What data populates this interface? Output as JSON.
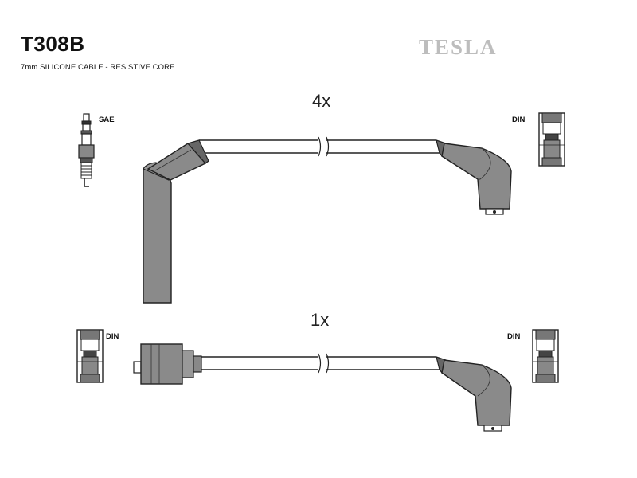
{
  "header": {
    "part_code": "T308B",
    "cable_description": "7mm SILICONE CABLE - RESISTIVE CORE",
    "brand": "TESLA"
  },
  "leads": [
    {
      "quantity_label": "4x"
    },
    {
      "quantity_label": "1x"
    }
  ],
  "connector_labels": {
    "spark_plug": "SAE",
    "top_right": "DIN",
    "bottom_left": "DIN",
    "bottom_right": "DIN"
  },
  "colors": {
    "boot_fill": "#8a8a8a",
    "boot_dark": "#555555",
    "cable_fill": "#ffffff",
    "outline": "#222222",
    "brand": "#bdbdbd"
  },
  "icons": [
    "spark-plug-icon",
    "din-terminal-icon",
    "boot-icon"
  ]
}
